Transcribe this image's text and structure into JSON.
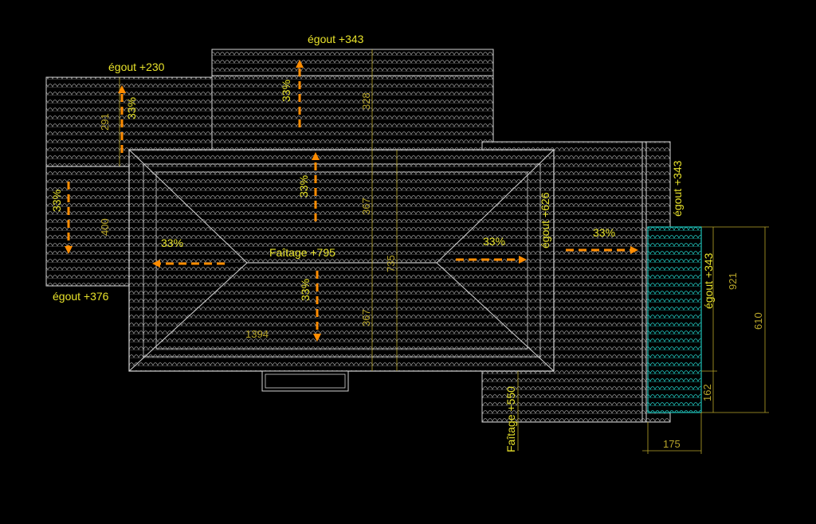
{
  "colors": {
    "background": "#000000",
    "tile": "#8c8c8c",
    "edge": "#d4d4d4",
    "arrow": "#ff8c00",
    "label": "#e8e22a",
    "dimension": "#b8a52a",
    "glass": "#1fc0b8"
  },
  "labels": {
    "egout_top": "égout +343",
    "egout_left_top": "égout +230",
    "egout_left_bottom": "égout +376",
    "egout_right_mid": "égout +626",
    "egout_right_top": "égout +343",
    "egout_glass": "égout +343",
    "faitage_main": "Faîtage +795",
    "faitage_right": "Faîtage +550"
  },
  "slopes": {
    "s1": "33%",
    "s2": "33%",
    "s3": "33%",
    "s4": "33%",
    "s5": "33%",
    "s6": "33%",
    "s7": "33%"
  },
  "dimensions": {
    "d291": "291",
    "d328": "328",
    "d367a": "367",
    "d367b": "367",
    "d400": "400",
    "d735": "735",
    "d1394": "1394",
    "d921": "921",
    "d610": "610",
    "d162": "162",
    "d175": "175"
  }
}
